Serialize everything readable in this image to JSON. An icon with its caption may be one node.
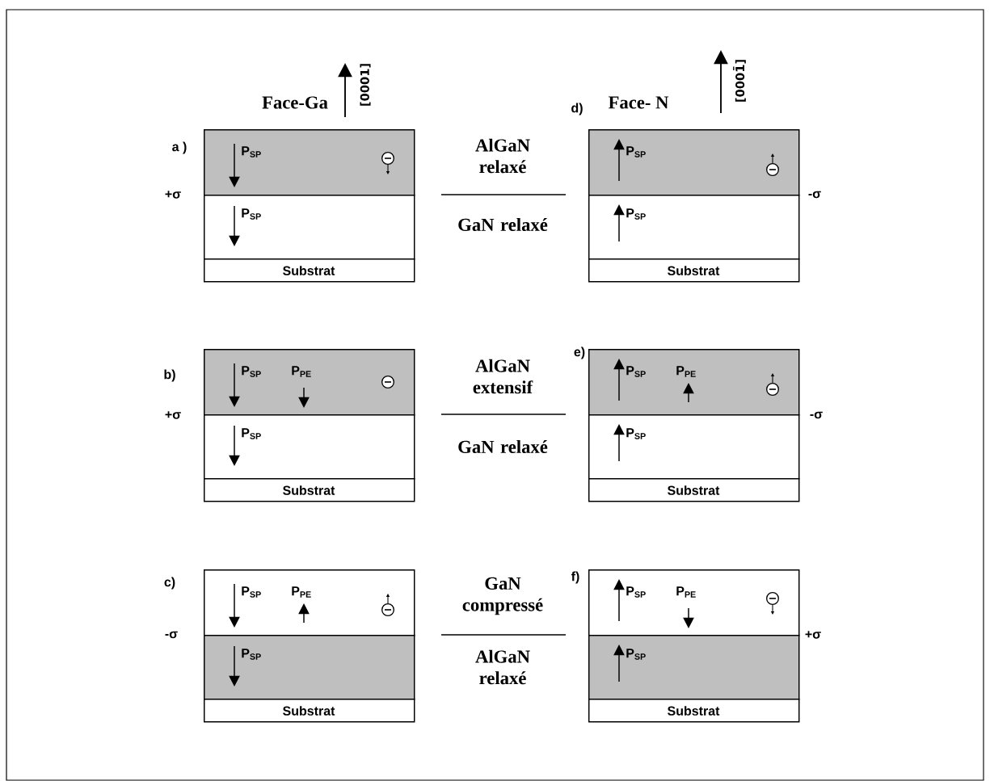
{
  "diagram": {
    "nodes": [
      {
        "text": [
          "P$_{SP}$"
        ]
      },
      {
        "text": [
          "P$_{SP}$"
        ]
      },
      {
        "text": [
          "Substrat"
        ]
      },
      {
        "text": [
          "P$_{SP}$"
        ]
      },
      {
        "text": [
          "P$_{SP}$"
        ]
      },
      {
        "text": [
          "Substrat"
        ]
      },
      {
        "text": [
          "P$_{SP}$",
          "P$_{PE}$"
        ]
      },
      {
        "text": [
          "P$_{SP}$"
        ]
      },
      {
        "text": [
          "Substrat"
        ]
      },
      {
        "text": [
          "P$_{SP}$",
          "P$_{PE}$"
        ]
      },
      {
        "text": [
          "P$_{SP}$"
        ]
      },
      {
        "text": [
          "Substrat"
        ]
      },
      {
        "text": [
          "P$_{SP}$",
          "P$_{PE}$"
        ]
      },
      {
        "text": [
          "P$_{SP}$"
        ]
      },
      {
        "text": [
          "Substrat"
        ]
      },
      {
        "text": [
          "P$_{SP}$",
          "P$_{PE}$"
        ]
      },
      {
        "text": [
          "P$_{SP}$"
        ]
      },
      {
        "text": [
          "Substrat"
        ]
      }
    ],
    "labels": [
      "Face-Ga",
      "[0001]",
      "Face- N",
      "[0001̄]",
      "a )",
      "d)",
      "AlGaN relaxé",
      "+σ",
      "GaN relaxé",
      "-σ",
      "b)",
      "e)",
      "AlGaN extensif",
      "+σ",
      "GaN relaxé",
      "-σ",
      "c)",
      "f)",
      "GaN compressé",
      "-σ",
      "AlGaN relaxé",
      "+σ"
    ]
  }
}
